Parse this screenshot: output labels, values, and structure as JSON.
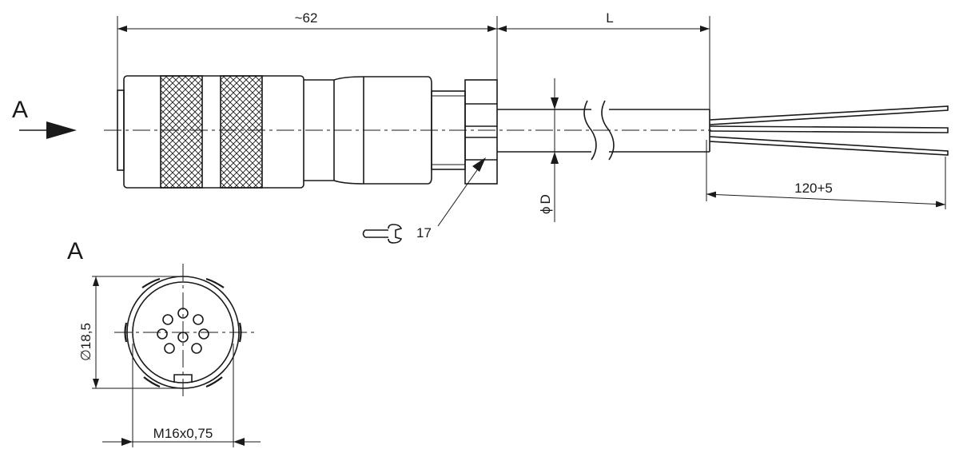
{
  "view_label_main": "A",
  "view_label_section": "A",
  "dimensions": {
    "connector_length": "~62",
    "cable_length": "L",
    "strip_length": "120+5",
    "cable_diameter": "D",
    "wrench_size": "17",
    "flange_diameter": "18,5",
    "thread": "M16x0,75"
  },
  "symbols": {
    "diameter": "ϕ",
    "diameter_alt": "∅"
  },
  "icons": [
    "view-arrow-icon",
    "wrench-icon",
    "connector-face-icon"
  ]
}
